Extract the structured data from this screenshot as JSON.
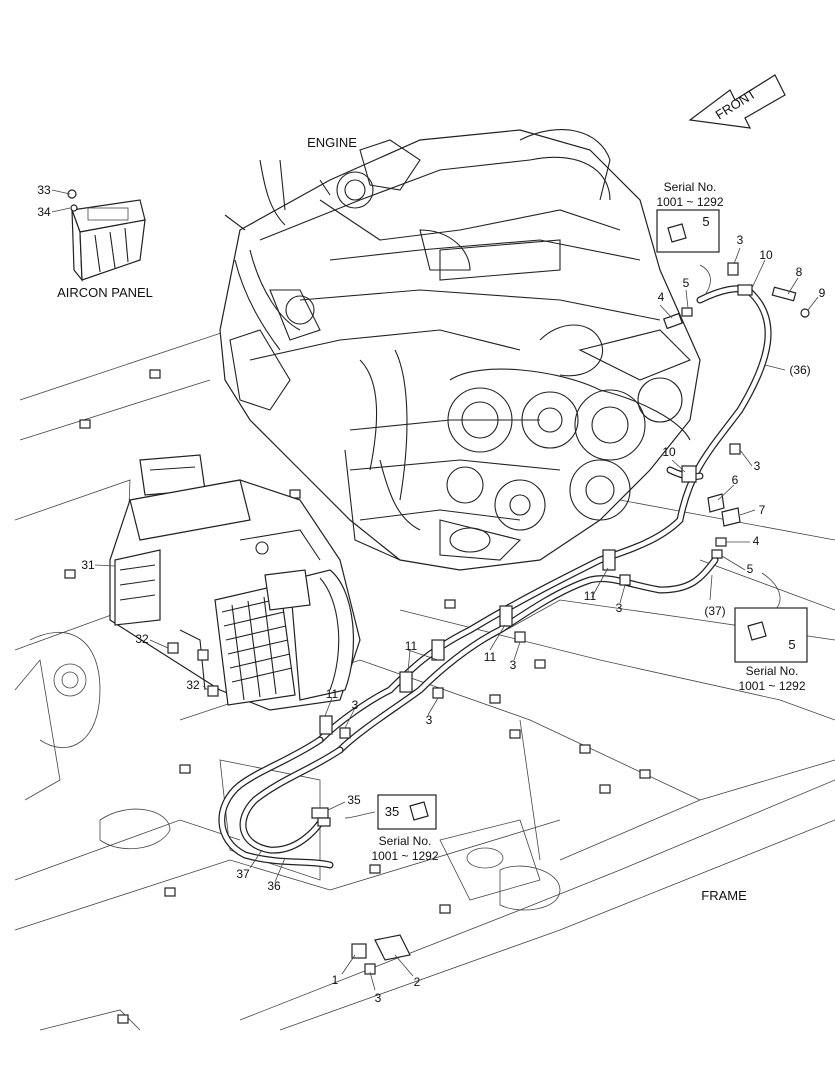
{
  "labels": {
    "front": "FRONT",
    "engine": "ENGINE",
    "aircon_panel": "AIRCON PANEL",
    "frame": "FRAME"
  },
  "serial_callouts": [
    {
      "part": "5",
      "text": "Serial No.",
      "range": "1001 ~ 1292"
    },
    {
      "part": "5",
      "text": "Serial No.",
      "range": "1001 ~ 1292"
    },
    {
      "part": "35",
      "text": "Serial No.",
      "range": "1001 ~ 1292"
    }
  ],
  "part_numbers": {
    "p33": "33",
    "p34": "34",
    "p3a": "3",
    "p10a": "10",
    "p8": "8",
    "p9": "9",
    "p4a": "4",
    "p5a": "5",
    "p36a": "(36)",
    "p10b": "10",
    "p3b": "3",
    "p6": "6",
    "p7": "7",
    "p4b": "4",
    "p5b": "5",
    "p37a": "(37)",
    "p11a": "11",
    "p3c": "3",
    "p11b": "11",
    "p3d": "3",
    "p11c": "11",
    "p3e": "3",
    "p11d": "11",
    "p3f": "3",
    "p31": "31",
    "p32a": "32",
    "p32b": "32",
    "p35": "35",
    "p37": "37",
    "p36": "36",
    "p1": "1",
    "p2": "2",
    "p3g": "3"
  }
}
